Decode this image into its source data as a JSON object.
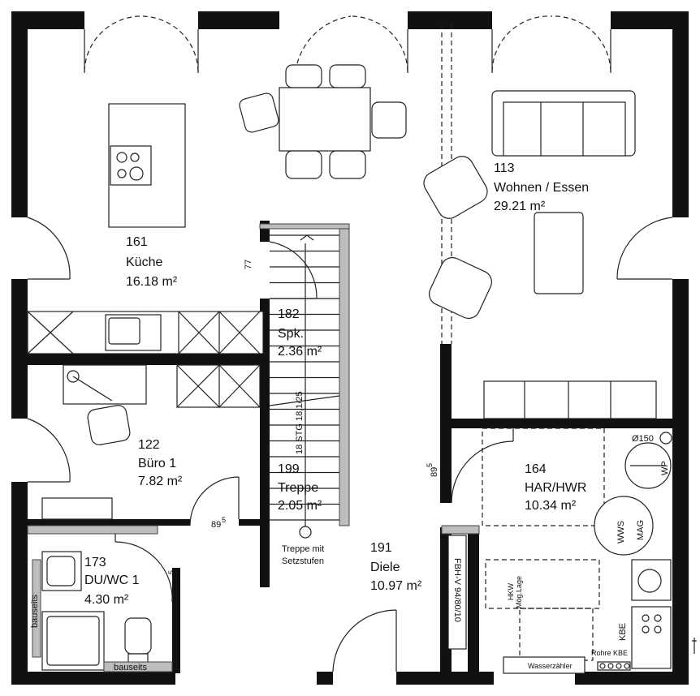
{
  "rooms": {
    "kueche": {
      "number": "161",
      "name": "Küche",
      "area": "16.18 m²"
    },
    "wohnen": {
      "number": "113",
      "name": "Wohnen / Essen",
      "area": "29.21 m²"
    },
    "spk": {
      "number": "182",
      "name": "Spk.",
      "area": "2.36 m²"
    },
    "buero": {
      "number": "122",
      "name": "Büro 1",
      "area": "7.82 m²"
    },
    "treppe": {
      "number": "199",
      "name": "Treppe",
      "area": "2.05 m²"
    },
    "har": {
      "number": "164",
      "name": "HAR/HWR",
      "area": "10.34 m²"
    },
    "duwc": {
      "number": "173",
      "name": "DU/WC 1",
      "area": "4.30 m²"
    },
    "diele": {
      "number": "191",
      "name": "Diele",
      "area": "10.97 m²"
    }
  },
  "labels": {
    "dim_77": "77",
    "dim_895_a": "89",
    "dim_895_b": "89",
    "dim_895_c": "89",
    "dim_sup": "5",
    "stair_count": "18 STG 18,1/25",
    "treppe_note_1": "Treppe mit",
    "treppe_note_2": "Setzstufen",
    "fbh": "FBH-V 94/80/10",
    "hkw": "HKW",
    "moeg_lage": "Mög.Lage",
    "d150": "Ø150",
    "wp": "WP",
    "wws": "WWS",
    "mag": "MAG",
    "kbe": "KBE",
    "rohre_kbe": "Rohre KBE",
    "wasserzaehler": "Wasserzähler",
    "bauseits_left": "bauseits",
    "bauseits_bottom": "bauseits"
  }
}
